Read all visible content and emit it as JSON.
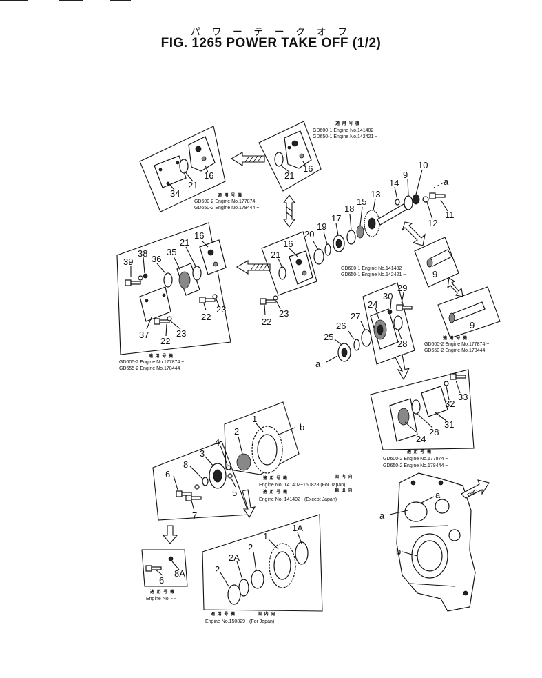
{
  "figure": {
    "title_jp": "パ ワ ー テ ー ク オ フ",
    "title_en": "FIG. 1265  POWER TAKE OFF (1/2)"
  },
  "labels": {
    "n1": "1",
    "n1A": "1A",
    "n2": "2",
    "n2b": "2",
    "n2c": "2",
    "n2A": "2A",
    "n3": "3",
    "n4": "4",
    "n5": "5",
    "n6": "6",
    "n6b": "6",
    "n7": "7",
    "n8": "8",
    "n8A": "8A",
    "n9a": "9",
    "n9b": "9",
    "n9c": "9",
    "n10": "10",
    "n11": "11",
    "n12": "12",
    "n13": "13",
    "n14": "14",
    "n15": "15",
    "n16a": "16",
    "n16b": "16",
    "n16c": "16",
    "n16d": "16",
    "n17": "17",
    "n18": "18",
    "n19": "19",
    "n20": "20",
    "n21a": "21",
    "n21b": "21",
    "n21c": "21",
    "n21d": "21",
    "n22a": "22",
    "n22b": "22",
    "n22c": "22",
    "n23a": "23",
    "n23b": "23",
    "n23c": "23",
    "n24a": "24",
    "n24b": "24",
    "n25": "25",
    "n26": "26",
    "n27": "27",
    "n28a": "28",
    "n28b": "28",
    "n29": "29",
    "n30": "30",
    "n31": "31",
    "n32": "32",
    "n33": "33",
    "n34": "34",
    "n35": "35",
    "n36": "36",
    "n37": "37",
    "n38": "38",
    "n39": "39",
    "a1": "a",
    "a2": "a",
    "a3": "a",
    "a4": "a",
    "b1": "b",
    "b2": "b",
    "fwd": "FWD"
  },
  "notes": {
    "n1_jp": "適 用 号 機",
    "n1_l1": "GD600-1  Engine  No.141402 ~",
    "n1_l2": "GD650-1  Engine  No.142421 ~",
    "n2_jp": "適 用 号 機",
    "n2_l1": "GD600-2  Engine  No.177874 ~",
    "n2_l2": "GD650-2  Engine  No.178444 ~",
    "n3_l1": "GD600-1  Engine  No.141402 ~",
    "n3_l2": "GD650-1  Engine  No.142421 ~",
    "n4_jp": "適 用 号 機",
    "n4_l1": "GD605-2  Engine  No.177874 ~",
    "n4_l2": "GD655-2  Engine  No.178444 ~",
    "n5_jp": "適 用 号 機",
    "n5_l1": "GD600-2  Engine  No.177874 ~",
    "n5_l2": "GD650-2  Engine  No.178444 ~",
    "n6_jp": "適 用 号 機",
    "n6_l1": "GD600-2  Engine  No.177874 ~",
    "n6_l2": "GD650-2  Engine  No.178444 ~",
    "n7_jp1": "適 用 号 機",
    "n7_jpr1": "国 内 向",
    "n7_l1": "Engine  No.  141402~150828  (For Japan)",
    "n7_jp2": "適 用 号 機",
    "n7_jpr2": "輸 出 向",
    "n7_l2": "Engine  No.  141402~  (Except Japan)",
    "n8_jp": "適 用 号 機",
    "n8_l1": "Engine  No.  - -",
    "n9_jp": "適 用 号 機",
    "n9_jpr": "国 内 向",
    "n9_l1": "Engine  No.150829~  (For Japan)"
  },
  "colors": {
    "ink": "#111111",
    "paper": "#ffffff"
  }
}
